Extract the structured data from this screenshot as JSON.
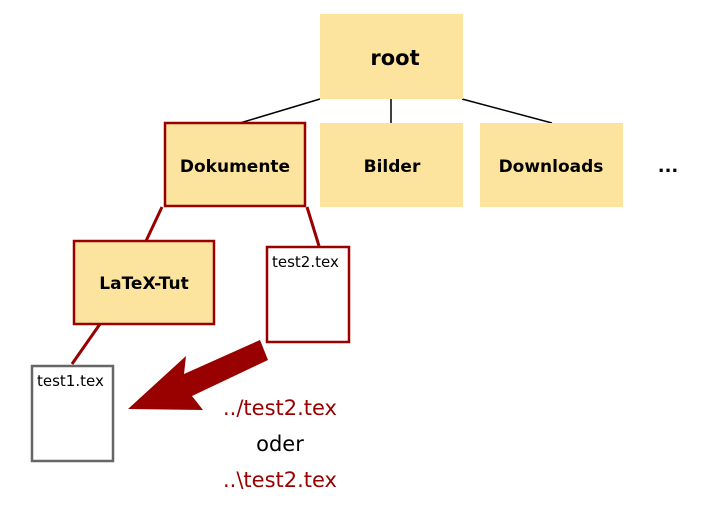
{
  "tree": {
    "root": {
      "label": "root"
    },
    "children": [
      {
        "label": "Dokumente",
        "on_path": true
      },
      {
        "label": "Bilder",
        "on_path": false
      },
      {
        "label": "Downloads",
        "on_path": false
      }
    ],
    "more_indicator": "...",
    "subfolder": {
      "label": "LaTeX-Tut",
      "on_path": true
    },
    "files": [
      {
        "label": "test2.tex",
        "on_path": true
      },
      {
        "label": "test1.tex",
        "on_path": false
      }
    ]
  },
  "relative_path": {
    "unix": "../test2.tex",
    "connector": "oder",
    "windows": "..\\test2.tex"
  },
  "colors": {
    "folder_fill": "#fde49e",
    "path_accent": "#990000",
    "file_border": "#666666",
    "edge": "#000000"
  }
}
